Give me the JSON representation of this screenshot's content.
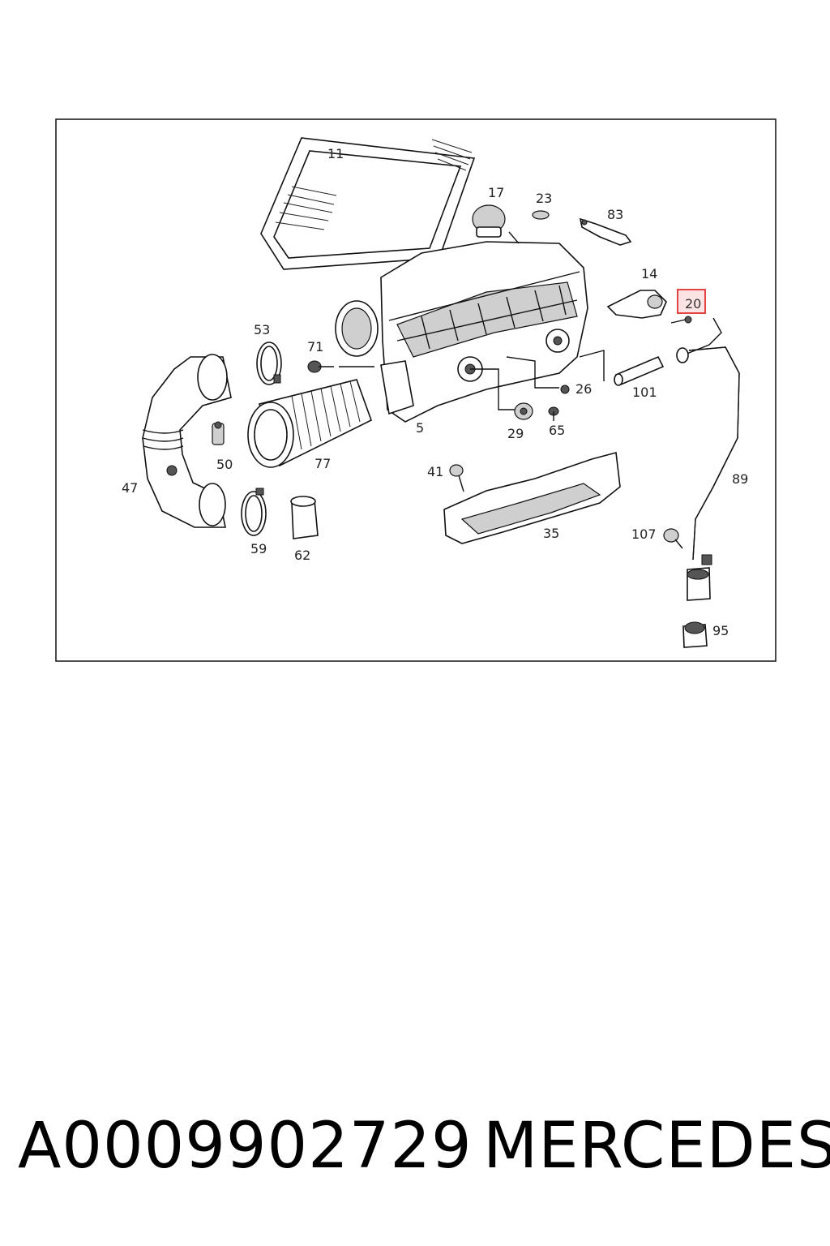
{
  "callouts": {
    "c11": "11",
    "c17": "17",
    "c23": "23",
    "c83": "83",
    "c14": "14",
    "c20": "20",
    "c53": "53",
    "c71": "71",
    "c26": "26",
    "c101": "101",
    "c5": "5",
    "c29": "29",
    "c65": "65",
    "c50": "50",
    "c77": "77",
    "c47": "47",
    "c41": "41",
    "c89": "89",
    "c35": "35",
    "c107": "107",
    "c59": "59",
    "c62": "62",
    "c95": "95"
  },
  "highlight": {
    "callout": "20",
    "color": "#e03030",
    "fill": "#fbe3e3"
  },
  "footer": {
    "part_number": "A0009902729",
    "brand": "MERCEDES"
  }
}
